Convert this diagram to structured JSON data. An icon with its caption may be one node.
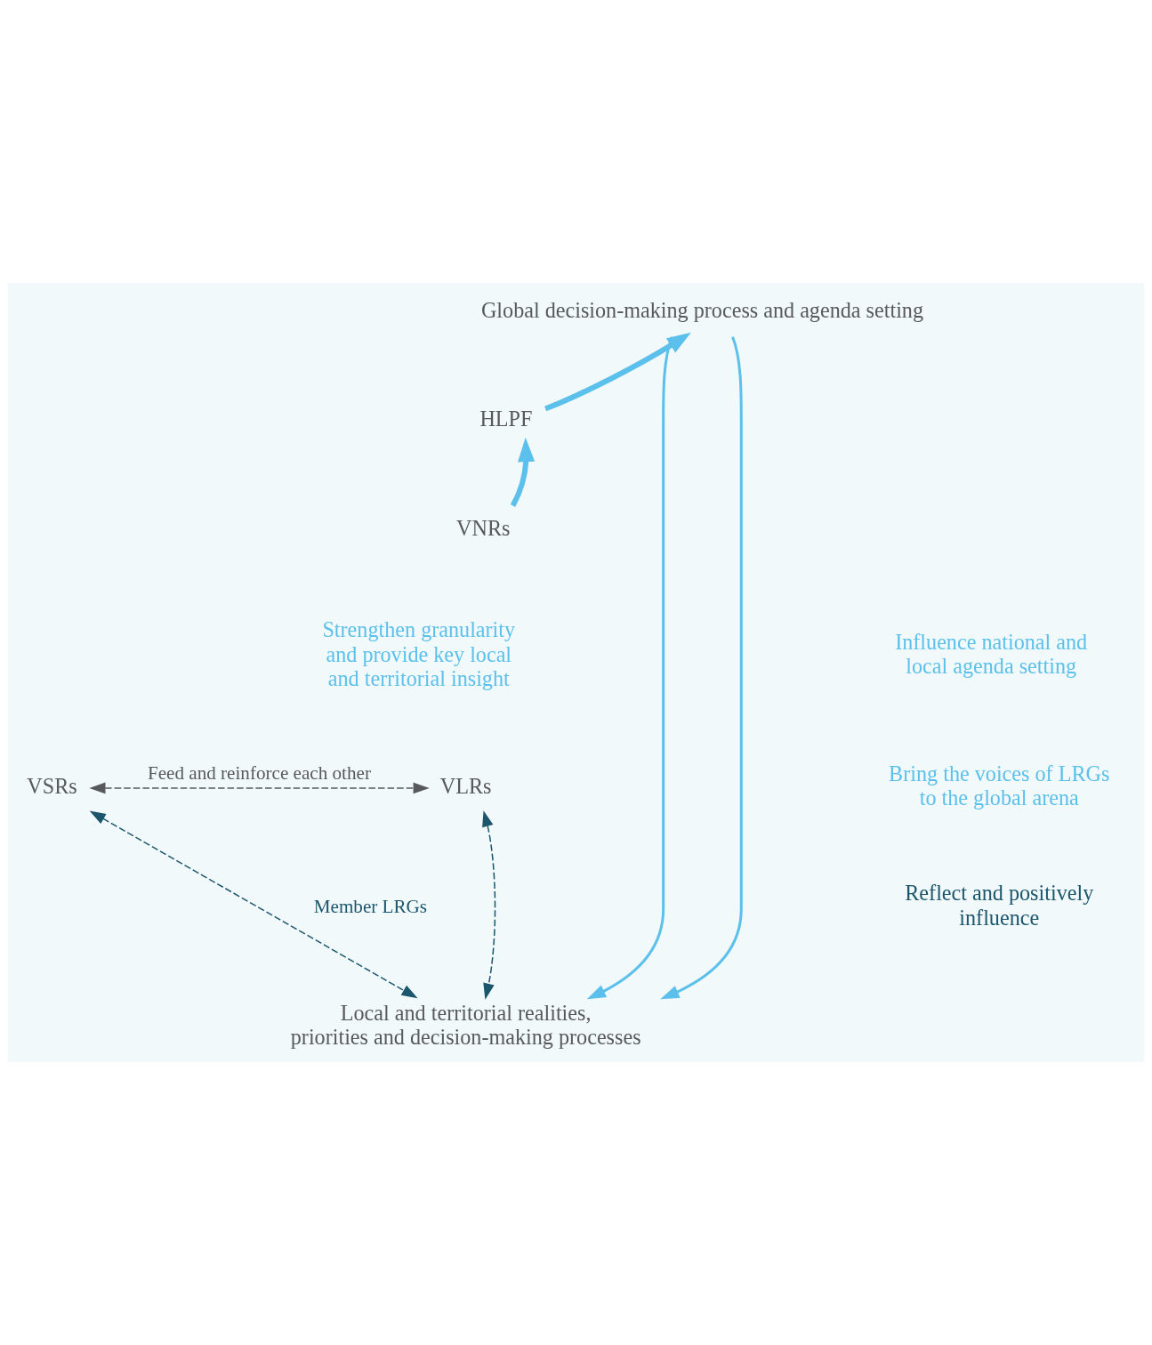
{
  "diagram": {
    "nodes": [
      {
        "text": [
          "Global decision-making process and agenda setting"
        ]
      },
      {
        "text": [
          "HLPF"
        ]
      },
      {
        "text": [
          "VNRs"
        ]
      },
      {
        "text": [
          "VSRs"
        ]
      },
      {
        "text": [
          "VLRs"
        ]
      },
      {
        "text": [
          "Local and territorial realities, priorities and decision-making processes"
        ]
      }
    ],
    "edges": [
      {
        "from": 1,
        "to": 0,
        "arrow": "to",
        "style": "thick"
      },
      {
        "from": 2,
        "to": 1,
        "arrow": "to",
        "style": "thick"
      },
      {
        "from": 3,
        "to": 4,
        "arrow": "both",
        "style": "dashed",
        "color": "#58595b",
        "label": "Feed and reinforce each other"
      },
      {
        "from": 3,
        "to": 5,
        "arrow": "both",
        "style": "dashed",
        "color": "#1b566c",
        "label": "Member LRGs"
      },
      {
        "from": 4,
        "to": 5,
        "arrow": "both",
        "style": "dashed",
        "color": "#1b566c"
      },
      {
        "from": 0,
        "to": 5,
        "arrow": "to"
      },
      {
        "from": 0,
        "to": 5,
        "arrow": "to"
      }
    ],
    "labels": [
      "Strengthen granularity and provide key local and territorial insight",
      "Influence national and local agenda setting",
      "Bring the voices of LRGs to the global arena",
      "Reflect and positively influence"
    ]
  }
}
